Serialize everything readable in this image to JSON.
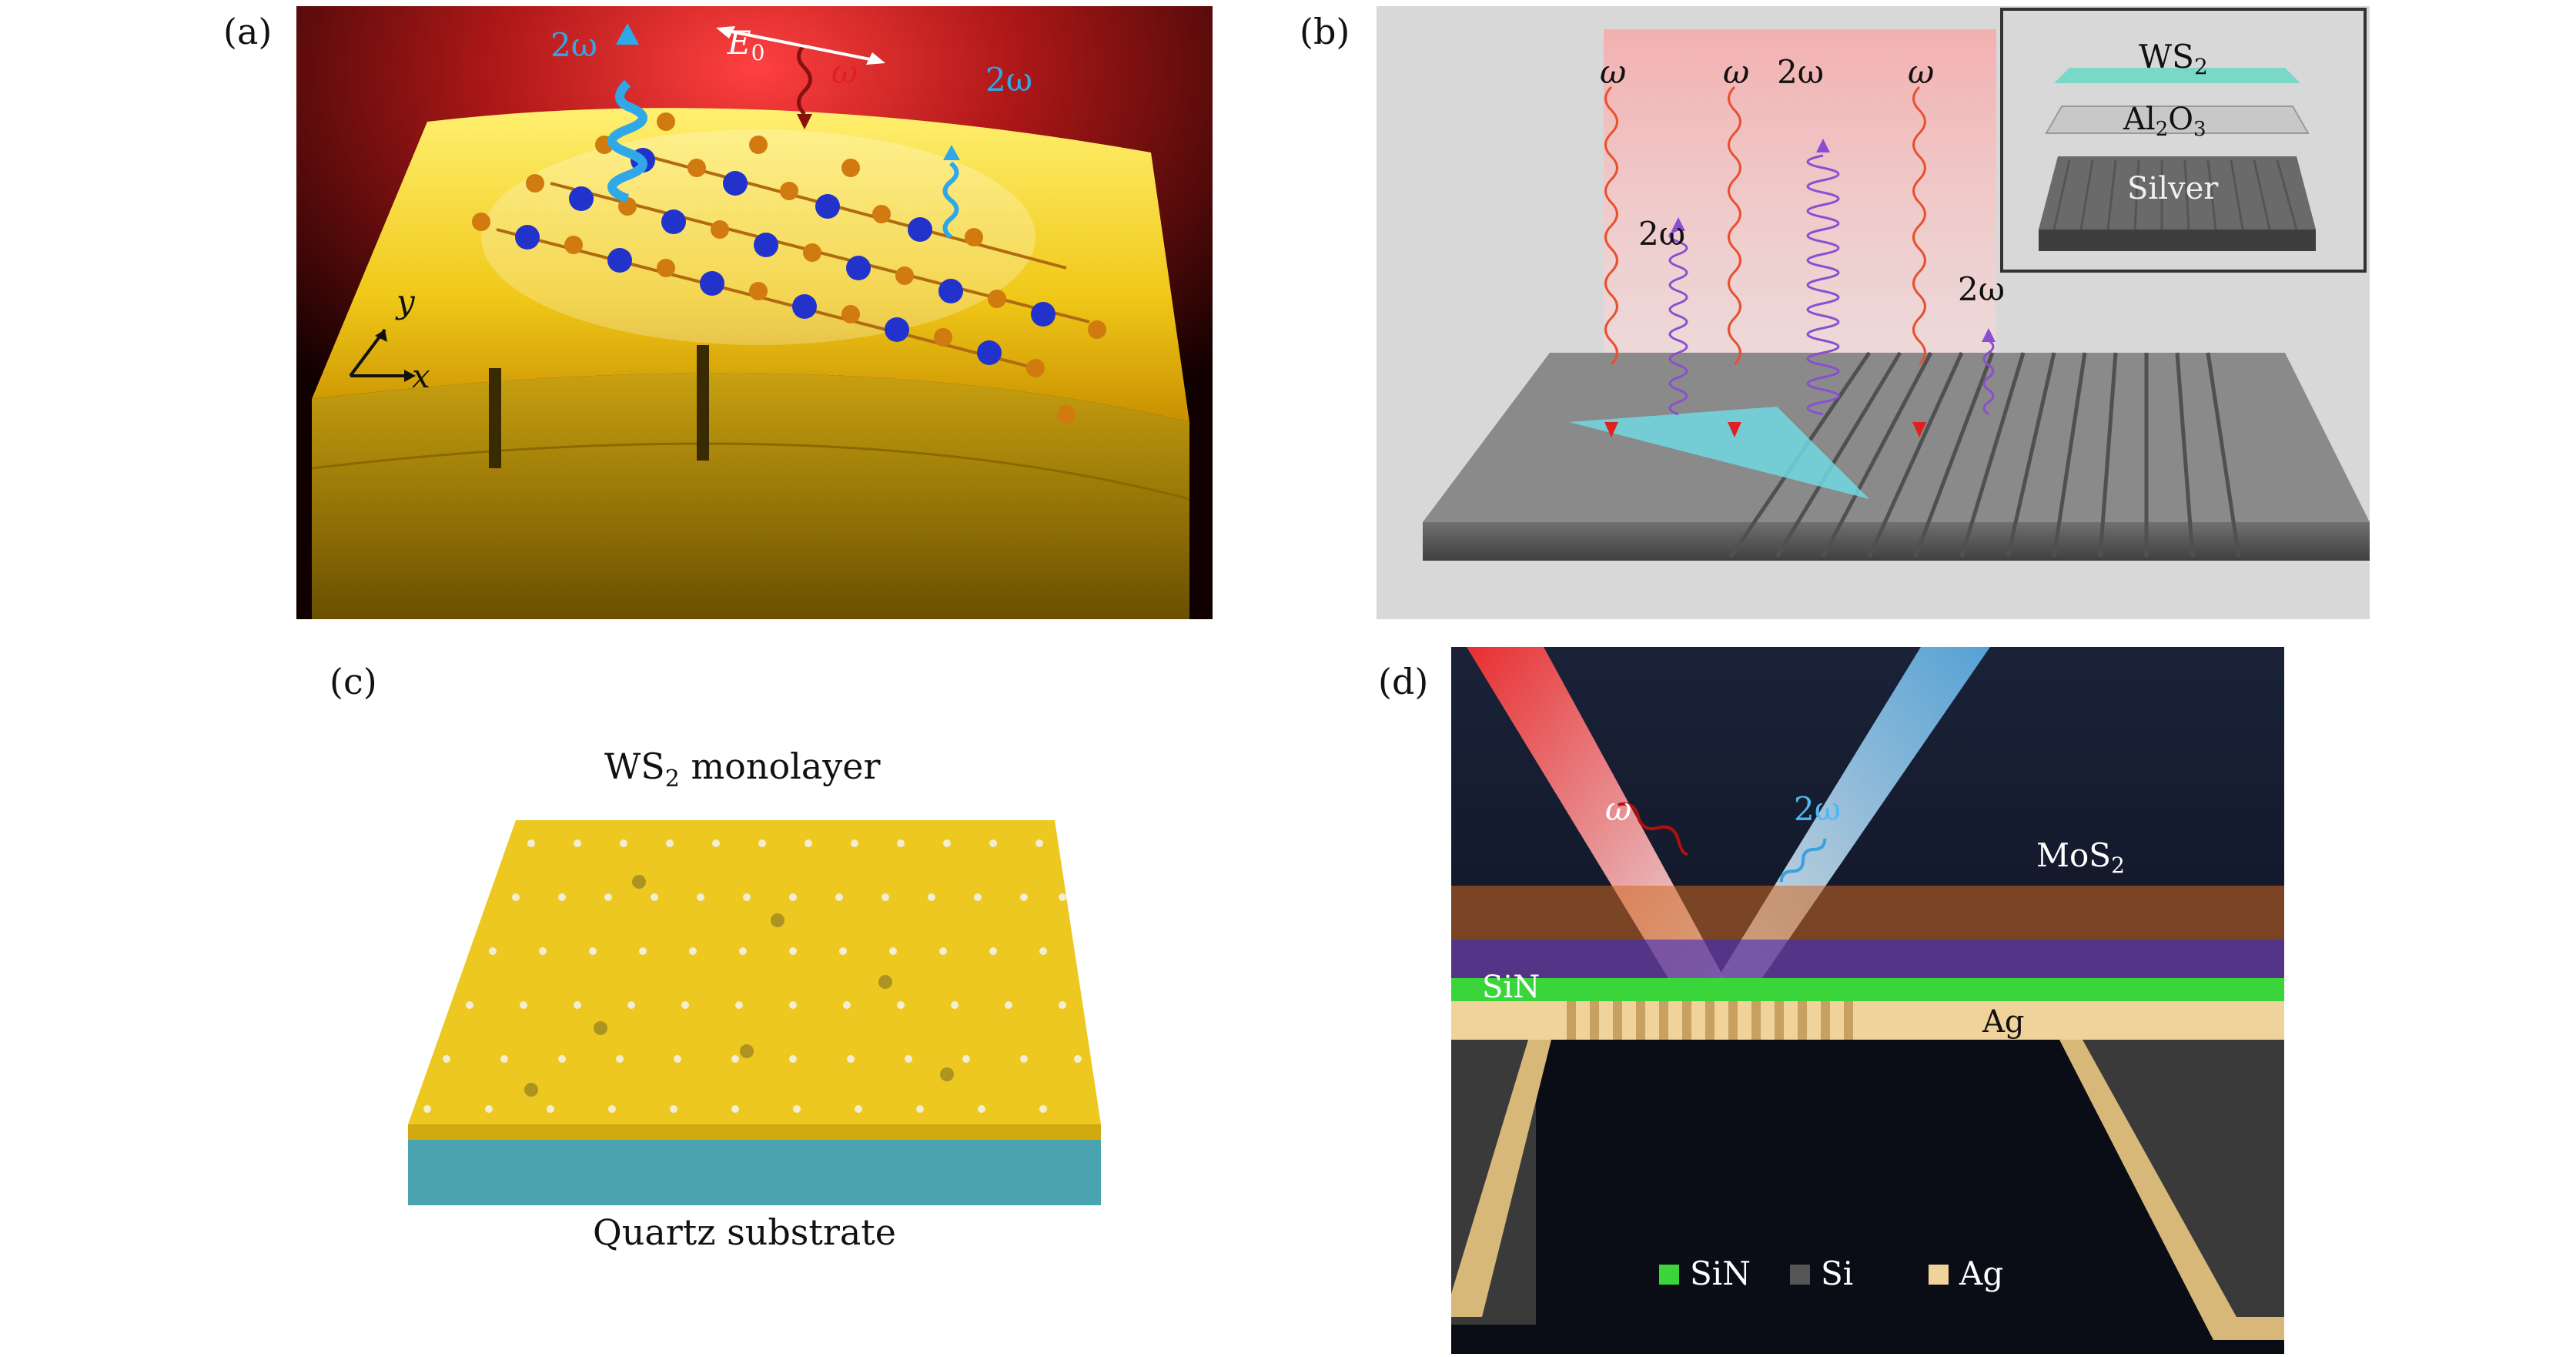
{
  "panels": {
    "a": {
      "label": "(a)",
      "field": "E",
      "field_sub": "0",
      "omega": "ω",
      "second_harmonic": "2ω",
      "axis_y": "y",
      "axis_x": "x"
    },
    "b": {
      "label": "(b)",
      "omega": "ω",
      "second_harmonic": "2ω",
      "inset_ws": "WS",
      "inset_ws_sub": "2",
      "inset_al": "Al",
      "inset_al_sub1": "2",
      "inset_o": "O",
      "inset_o_sub": "3",
      "inset_silver": "Silver"
    },
    "c": {
      "label": "(c)",
      "title_main": "WS",
      "title_sub": "2",
      "title_rest": " monolayer",
      "substrate": "Quartz substrate"
    },
    "d": {
      "label": "(d)",
      "omega": "ω",
      "second_harmonic": "2ω",
      "mos": "MoS",
      "mos_sub": "2",
      "sin": "SiN",
      "ag": "Ag",
      "legend": [
        "SiN",
        "Si",
        "Ag"
      ]
    }
  },
  "colors": {
    "gold": "#e8c020",
    "blue_atom": "#2233cc",
    "orange_atom": "#d07a10",
    "red_beam": "#e03020",
    "cyan_beam": "#3aa0e0",
    "purple_wave": "#8a4fd0",
    "legend_sin": "#39d53a",
    "legend_si": "#555555",
    "legend_ag": "#f0d39a"
  }
}
